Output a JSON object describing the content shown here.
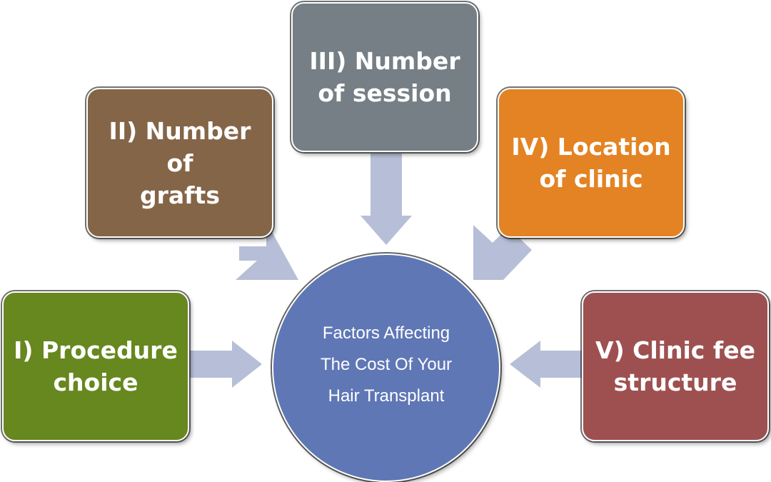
{
  "diagram": {
    "center": {
      "label": "Factors Affecting\nThe Cost Of Your\nHair Transplant",
      "color": "#5f77b5"
    },
    "factors": [
      {
        "label": "I) Procedure\nchoice",
        "color": "#67871f"
      },
      {
        "label": "II) Number of\ngrafts",
        "color": "#846547"
      },
      {
        "label": "III) Number\nof session",
        "color": "#757f85"
      },
      {
        "label": "IV) Location\nof clinic",
        "color": "#e48323"
      },
      {
        "label": "V) Clinic fee\nstructure",
        "color": "#9e5050"
      }
    ],
    "arrow_color": "#b6bfd7"
  }
}
